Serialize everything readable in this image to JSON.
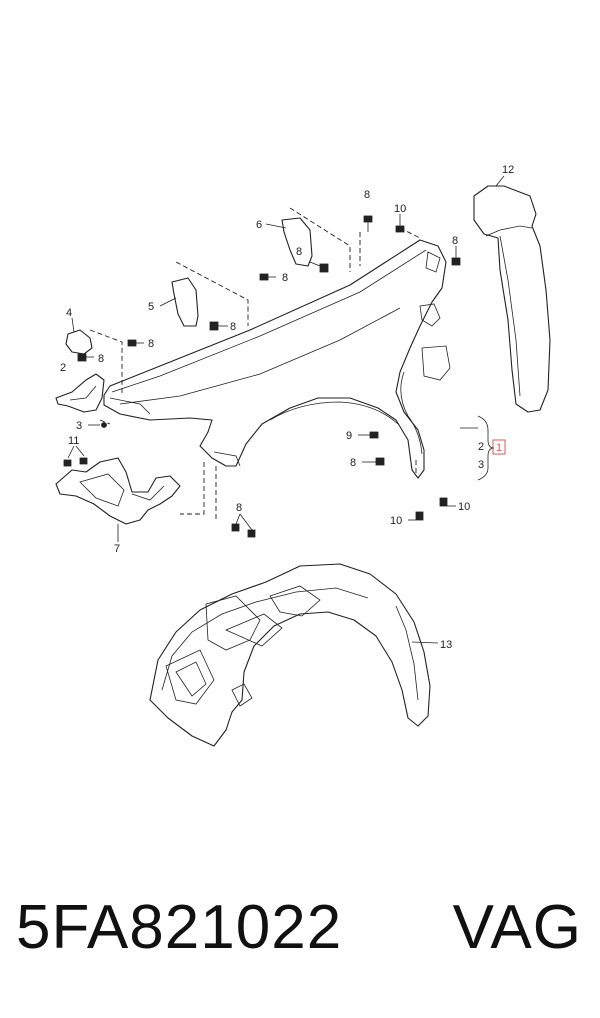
{
  "diagram": {
    "callouts": [
      {
        "id": "c12",
        "text": "12"
      },
      {
        "id": "c8a",
        "text": "8"
      },
      {
        "id": "c10a",
        "text": "10"
      },
      {
        "id": "c8b",
        "text": "8"
      },
      {
        "id": "c6",
        "text": "6"
      },
      {
        "id": "c8c",
        "text": "8"
      },
      {
        "id": "c8d",
        "text": "8"
      },
      {
        "id": "c5",
        "text": "5"
      },
      {
        "id": "c8e",
        "text": "8"
      },
      {
        "id": "c4",
        "text": "4"
      },
      {
        "id": "c8f",
        "text": "8"
      },
      {
        "id": "c8g",
        "text": "8"
      },
      {
        "id": "c2a",
        "text": "2"
      },
      {
        "id": "c3a",
        "text": "3"
      },
      {
        "id": "c11",
        "text": "11"
      },
      {
        "id": "c7",
        "text": "7"
      },
      {
        "id": "c8h",
        "text": "8"
      },
      {
        "id": "c9",
        "text": "9"
      },
      {
        "id": "c8i",
        "text": "8"
      },
      {
        "id": "c2b",
        "text": "2"
      },
      {
        "id": "c3b",
        "text": "3"
      },
      {
        "id": "c1",
        "text": "1"
      },
      {
        "id": "c10b",
        "text": "10"
      },
      {
        "id": "c10c",
        "text": "10"
      },
      {
        "id": "c13",
        "text": "13"
      }
    ]
  },
  "footer": {
    "part_number": "5FA821022",
    "brand": "VAG"
  },
  "colors": {
    "line": "#222222",
    "highlight_box": "#e05a5a",
    "background": "#ffffff"
  }
}
